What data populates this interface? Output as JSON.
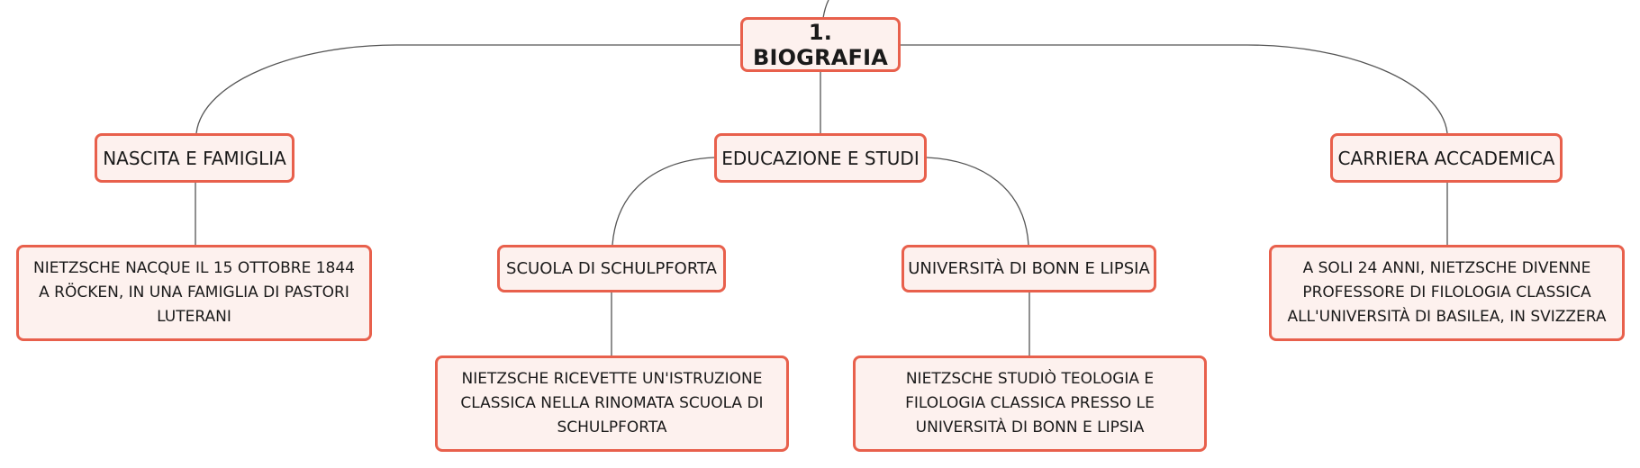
{
  "diagram": {
    "root": {
      "id": "biografia",
      "label": "1. BIOGRAFIA"
    },
    "branches": [
      {
        "id": "nascita",
        "label": "NASCITA E FAMIGLIA"
      },
      {
        "id": "educazione",
        "label": "EDUCAZIONE E STUDI"
      },
      {
        "id": "carriera",
        "label": "CARRIERA ACCADEMICA"
      }
    ],
    "sub_branches": [
      {
        "id": "schulpforta",
        "label": "SCUOLA DI SCHULPFORTA"
      },
      {
        "id": "bonn",
        "label": "UNIVERSITÀ DI BONN E LIPSIA"
      }
    ],
    "details": [
      {
        "id": "nascita-detail",
        "label": "NIETZSCHE NACQUE IL 15 OTTOBRE 1844 A RÖCKEN, IN UNA FAMIGLIA DI PASTORI LUTERANI"
      },
      {
        "id": "schulpforta-detail",
        "label": "NIETZSCHE RICEVETTE UN'ISTRUZIONE CLASSICA NELLA RINOMATA SCUOLA DI SCHULPFORTA"
      },
      {
        "id": "bonn-detail",
        "label": "NIETZSCHE STUDIÒ TEOLOGIA E FILOLOGIA CLASSICA PRESSO LE UNIVERSITÀ DI BONN E LIPSIA"
      },
      {
        "id": "carriera-detail",
        "label": "A SOLI 24 ANNI, NIETZSCHE DIVENNE PROFESSORE DI FILOLOGIA CLASSICA ALL'UNIVERSITÀ DI BASILEA, IN SVIZZERA"
      }
    ],
    "colors": {
      "node_border": "#e8604c",
      "node_fill": "#fdf1ee",
      "connector": "#555555"
    }
  }
}
